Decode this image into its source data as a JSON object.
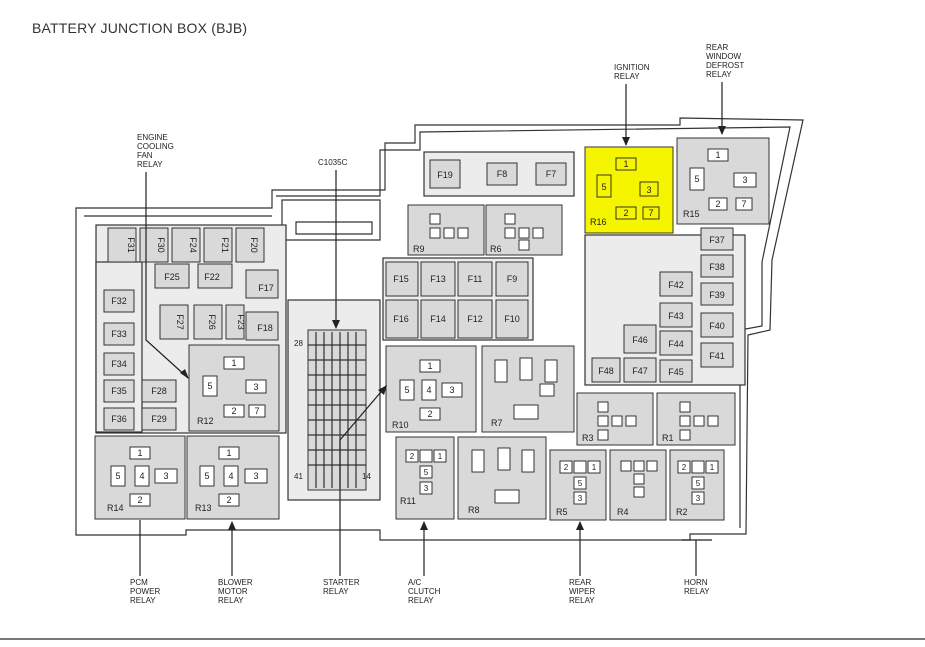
{
  "title": "BATTERY JUNCTION BOX (BJB)",
  "colors": {
    "highlight": "#f5f500",
    "line": "#333333",
    "fill": "#d9d9d9",
    "bg": "#ececec"
  },
  "fuses": [
    {
      "id": "f31",
      "label": "F31"
    },
    {
      "id": "f30",
      "label": "F30"
    },
    {
      "id": "f24",
      "label": "F24"
    },
    {
      "id": "f21",
      "label": "F21"
    },
    {
      "id": "f20",
      "label": "F20"
    },
    {
      "id": "f25",
      "label": "F25"
    },
    {
      "id": "f22",
      "label": "F22"
    },
    {
      "id": "f17",
      "label": "F17"
    },
    {
      "id": "f32",
      "label": "F32"
    },
    {
      "id": "f27",
      "label": "F27"
    },
    {
      "id": "f26",
      "label": "F26"
    },
    {
      "id": "f23",
      "label": "F23"
    },
    {
      "id": "f18",
      "label": "F18"
    },
    {
      "id": "f33",
      "label": "F33"
    },
    {
      "id": "f34",
      "label": "F34"
    },
    {
      "id": "f35",
      "label": "F35"
    },
    {
      "id": "f28",
      "label": "F28"
    },
    {
      "id": "f36",
      "label": "F36"
    },
    {
      "id": "f29",
      "label": "F29"
    },
    {
      "id": "f19",
      "label": "F19"
    },
    {
      "id": "f8",
      "label": "F8"
    },
    {
      "id": "f7",
      "label": "F7"
    },
    {
      "id": "f15",
      "label": "F15"
    },
    {
      "id": "f13",
      "label": "F13"
    },
    {
      "id": "f11",
      "label": "F11"
    },
    {
      "id": "f9",
      "label": "F9"
    },
    {
      "id": "f16",
      "label": "F16"
    },
    {
      "id": "f14",
      "label": "F14"
    },
    {
      "id": "f12",
      "label": "F12"
    },
    {
      "id": "f10",
      "label": "F10"
    },
    {
      "id": "f37",
      "label": "F37"
    },
    {
      "id": "f38",
      "label": "F38"
    },
    {
      "id": "f39",
      "label": "F39"
    },
    {
      "id": "f40",
      "label": "F40"
    },
    {
      "id": "f41",
      "label": "F41"
    },
    {
      "id": "f42",
      "label": "F42"
    },
    {
      "id": "f43",
      "label": "F43"
    },
    {
      "id": "f44",
      "label": "F44"
    },
    {
      "id": "f45",
      "label": "F45"
    },
    {
      "id": "f46",
      "label": "F46"
    },
    {
      "id": "f47",
      "label": "F47"
    },
    {
      "id": "f48",
      "label": "F48"
    }
  ],
  "relays": [
    {
      "id": "r1",
      "label": "R1"
    },
    {
      "id": "r2",
      "label": "R2"
    },
    {
      "id": "r3",
      "label": "R3"
    },
    {
      "id": "r4",
      "label": "R4"
    },
    {
      "id": "r5",
      "label": "R5"
    },
    {
      "id": "r6",
      "label": "R6"
    },
    {
      "id": "r7",
      "label": "R7"
    },
    {
      "id": "r8",
      "label": "R8"
    },
    {
      "id": "r9",
      "label": "R9"
    },
    {
      "id": "r10",
      "label": "R10"
    },
    {
      "id": "r11",
      "label": "R11"
    },
    {
      "id": "r12",
      "label": "R12"
    },
    {
      "id": "r13",
      "label": "R13"
    },
    {
      "id": "r14",
      "label": "R14"
    },
    {
      "id": "r15",
      "label": "R15"
    },
    {
      "id": "r16",
      "label": "R16"
    }
  ],
  "pins": {
    "p1": "1",
    "p2": "2",
    "p3": "3",
    "p4": "4",
    "p5": "5",
    "p7": "7"
  },
  "connector": {
    "label": "C1035C",
    "pin_28": "28",
    "pin_41": "41",
    "pin_14": "14"
  },
  "callouts": {
    "ignition": [
      "IGNITION",
      "RELAY"
    ],
    "rear_defrost": [
      "REAR",
      "WINDOW",
      "DEFROST",
      "RELAY"
    ],
    "engine_fan": [
      "ENGINE",
      "COOLING",
      "FAN",
      "RELAY"
    ],
    "pcm": [
      "PCM",
      "POWER",
      "RELAY"
    ],
    "blower": [
      "BLOWER",
      "MOTOR",
      "RELAY"
    ],
    "starter": [
      "STARTER",
      "RELAY"
    ],
    "ac_clutch": [
      "A/C",
      "CLUTCH",
      "RELAY"
    ],
    "rear_wiper": [
      "REAR",
      "WIPER",
      "RELAY"
    ],
    "horn": [
      "HORN",
      "RELAY"
    ]
  }
}
